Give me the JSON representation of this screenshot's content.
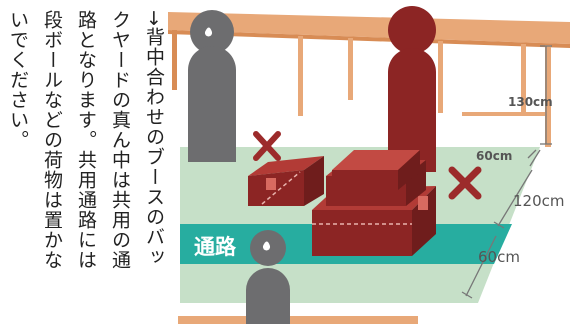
{
  "notice": {
    "lines": [
      "→背中合わせのブースのバッ",
      "クヤードの真ん中は共用の通",
      "路となります。共用通路には",
      "段ボールなどの荷物は置かな",
      "いでください。"
    ]
  },
  "diagram": {
    "aisle_label": "通路",
    "dimensions": {
      "table_height": "130cm",
      "depth_top": "60cm",
      "depth_middle": "120cm",
      "depth_bottom": "60cm"
    }
  },
  "colors": {
    "person_gray": "#6d6d6f",
    "person_red": "#8c2524",
    "table_wood": "#e8a878",
    "table_edge": "#d88c55",
    "floor_green": "#c6e0c8",
    "aisle_teal": "#27ada0",
    "box_red": "#8c2524",
    "box_light": "#b23b36",
    "cross_red": "#9c2b2b",
    "dimension_gray": "#777777"
  }
}
